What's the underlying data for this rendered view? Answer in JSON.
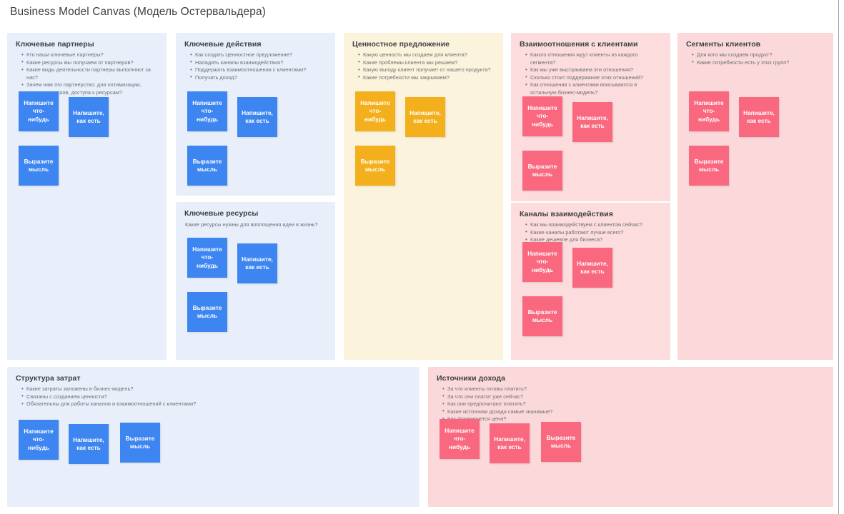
{
  "page": {
    "title": "Business Model Canvas (Модель Остервальдера)"
  },
  "notes": {
    "write_something": "Напишите\nчто-\nнибудь",
    "write_as_is": "Напишите,\nкак есть",
    "express_thought": "Выразите\nмысль"
  },
  "colors": {
    "blue_note": "#3d85f0",
    "amber_note": "#f3b01c",
    "pink_note": "#f9687f",
    "blue_panel": "#e8effb",
    "cream_panel": "#fcf3dd",
    "pink_panel": "#fcdcdd",
    "page_background": "#ffffff",
    "title_text": "#3c4043",
    "bullet_text": "#6b7075"
  },
  "panels": {
    "partners": {
      "title": "Ключевые партнеры",
      "bullets": [
        "Кто наши ключевые партнеры?",
        "Какие ресурсы мы получаем от партнеров?",
        "Какие виды деятельности партнеры выполняют за нас?",
        "Зачем нам это партнерство: для оптимизации, снижения рисков, доступа к ресурсам?"
      ]
    },
    "activities": {
      "title": "Ключевые действия",
      "bullets": [
        "Как создать Ценностное предложение?",
        "Наладить каналы взаимодействия?",
        "Поддержать взаимоотношения с клиентами?",
        "Получать доход?"
      ]
    },
    "resources": {
      "title": "Ключевые ресурсы",
      "subtitle": "Какие ресурсы нужны для воплощения идеи в жизнь?"
    },
    "value": {
      "title": "Ценностное предложение",
      "bullets": [
        "Какую ценность мы создаем для клиента?",
        "Какие проблемы клиента мы решаем?",
        "Какую выгоду клиент получает от нашего продукта?",
        "Какие потребности мы закрываем?"
      ]
    },
    "relations": {
      "title": "Взаимоотношения с клиентами",
      "bullets": [
        "Какого отношения ждут клиенты из каждого сегмента?",
        "Как мы уже выстраиваем эти отношения?",
        "Сколько стоит поддержание этих отношений?",
        "Как отношения с клиентами вписываются в остальную бизнес-модель?"
      ]
    },
    "channels": {
      "title": "Каналы взаимодействия",
      "bullets": [
        "Как мы взаимодействуем с клиентом сейчас?",
        "Какие каналы работают лучше всего?",
        "Какие дешевле для бизнеса?"
      ]
    },
    "segments": {
      "title": "Сегменты клиентов",
      "bullets": [
        "Для кого мы создаем продукт?",
        "Какие потребности есть у этих групп?"
      ]
    },
    "costs": {
      "title": "Структура затрат",
      "bullets": [
        "Какие затраты заложены в бизнес-модель?",
        "Связаны с созданием ценности?",
        "Обязательны для работы каналов и взаимоотношений с клиентами?"
      ]
    },
    "revenue": {
      "title": "Источники дохода",
      "bullets": [
        "За что клиенты готовы платить?",
        "За что они платят уже сейчас?",
        "Как они предпочитают платить?",
        "Какие источники дохода самые значимые?",
        "Как формируется цена?"
      ]
    }
  }
}
